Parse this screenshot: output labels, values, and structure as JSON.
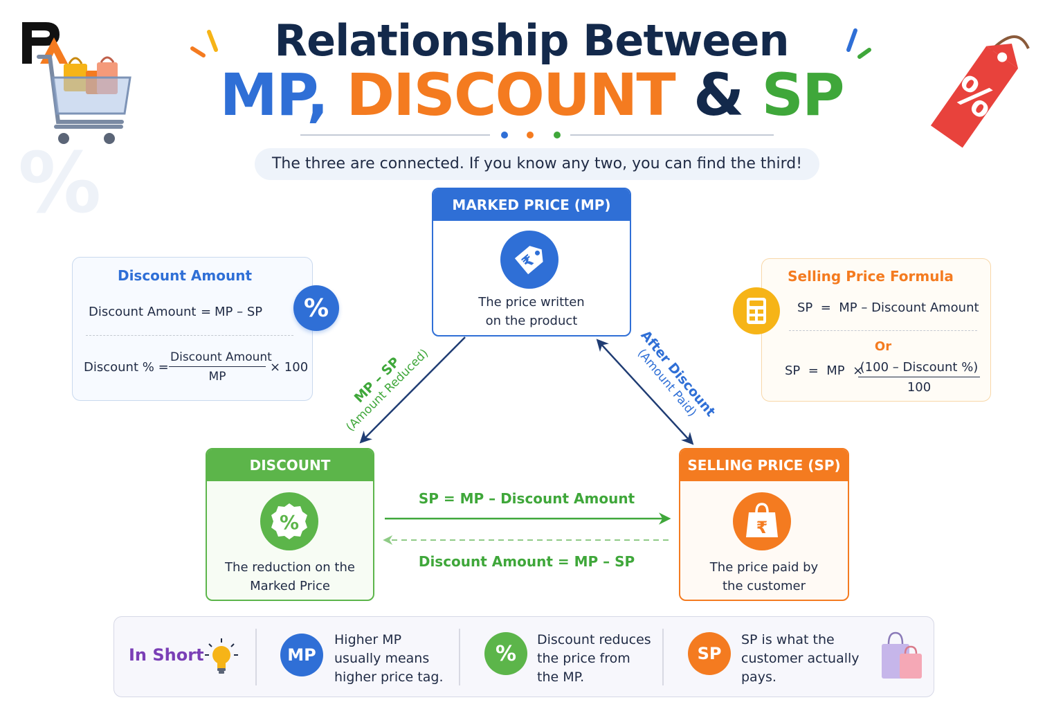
{
  "title": {
    "line1": "Relationship Between",
    "mp": "MP,",
    "discount": "DISCOUNT",
    "amp": "&",
    "sp": "SP"
  },
  "subtitle": "The three are connected. If you know any two, you can find the third!",
  "cards": {
    "mp": {
      "title": "MARKED PRICE (MP)",
      "desc1": "The price written",
      "desc2": "on the product",
      "icon": "price-tag-icon",
      "glyph": "₹"
    },
    "discount": {
      "title": "DISCOUNT",
      "desc1": "The reduction on the",
      "desc2": "Marked Price",
      "icon": "percent-badge-icon",
      "glyph": "%"
    },
    "sp": {
      "title": "SELLING PRICE (SP)",
      "desc1": "The price paid by",
      "desc2": "the customer",
      "icon": "shopping-bag-icon",
      "glyph": "₹"
    }
  },
  "discount_formula": {
    "title": "Discount Amount",
    "line1_left": "Discount Amount",
    "line1_eq": "=",
    "line1_right": "MP – SP",
    "line2_left": "Discount % =",
    "frac_num": "Discount Amount",
    "frac_den": "MP",
    "line2_right": "× 100",
    "badge": "%"
  },
  "sp_formula": {
    "title": "Selling Price Formula",
    "line1": "SP  =  MP – Discount Amount",
    "or": "Or",
    "line2_left": "SP  =  MP  ×",
    "frac_num": "(100 – Discount %)",
    "frac_den": "100"
  },
  "arrows": {
    "left_line1": "MP – SP",
    "left_line2": "(Amount Reduced)",
    "right_line1": "After Discount",
    "right_line2": "(Amount Paid)",
    "bottom_top": "SP = MP – Discount Amount",
    "bottom_bottom": "Discount Amount = MP – SP"
  },
  "in_short": {
    "title": "In Short",
    "items": [
      {
        "badge": "MP",
        "line1": "Higher MP",
        "line2": "usually means",
        "line3": "higher price tag."
      },
      {
        "badge": "%",
        "line1": "Discount reduces",
        "line2": "the price from",
        "line3": "the MP."
      },
      {
        "badge": "SP",
        "line1": "SP is what the",
        "line2": "customer actually",
        "line3": "pays."
      }
    ]
  },
  "colors": {
    "blue": "#2f6fd6",
    "orange": "#f47b20",
    "green": "#3fa73a",
    "navy": "#13294b",
    "purple": "#7a3fb6",
    "yellow": "#f6b417",
    "red_tag": "#e8423c"
  }
}
